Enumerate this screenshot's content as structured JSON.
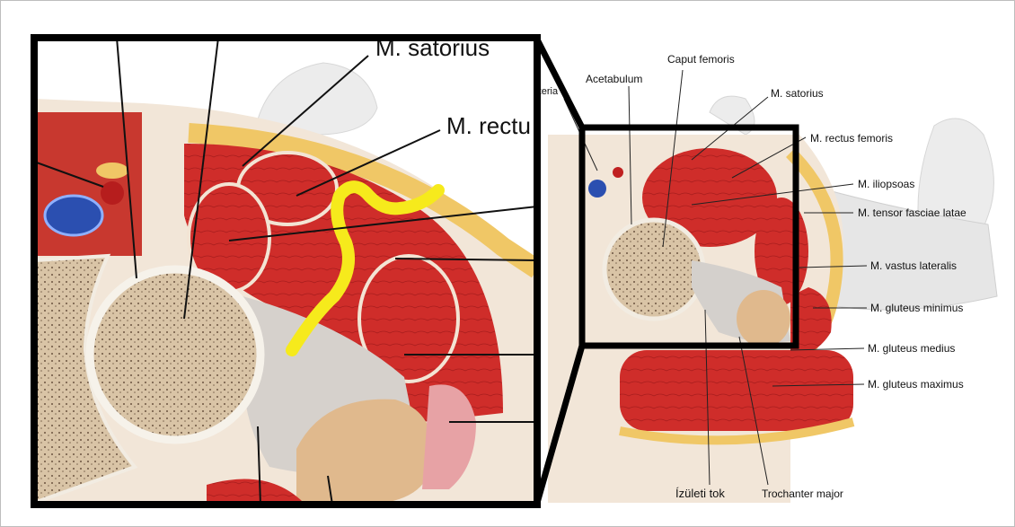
{
  "figure": {
    "labels": {
      "arteria_partial": "rteria",
      "acetabulum": "Acetabulum",
      "caput_femoris": "Caput femoris",
      "m_satorius": "M. satorius",
      "m_rectus_femoris": "M. rectus femoris",
      "m_iliopsoas": "M. iliopsoas",
      "m_tensor": "M. tensor fasciae latae",
      "m_vastus_lateralis": "M. vastus lateralis",
      "m_gluteus_minimus": "M. gluteus minimus",
      "m_gluteus_medius": "M. gluteus medius",
      "m_gluteus_maximus": "M. gluteus maximus",
      "izuleti_tok": "Ízületi tok",
      "trochanter_major": "Trochanter major"
    },
    "zoom_labels": {
      "m_satorius": "M. satorius",
      "m_rectus_partial": "M. rectu"
    }
  },
  "colors": {
    "muscle": "#cf2d2a",
    "muscle_dark": "#a81d1d",
    "bone": "#d9c4a6",
    "bone_cortex": "#f2ece2",
    "fat": "#f0c766",
    "skin": "#f2e6d8",
    "highlight": "#f6ea1c",
    "frame": "#000000"
  }
}
